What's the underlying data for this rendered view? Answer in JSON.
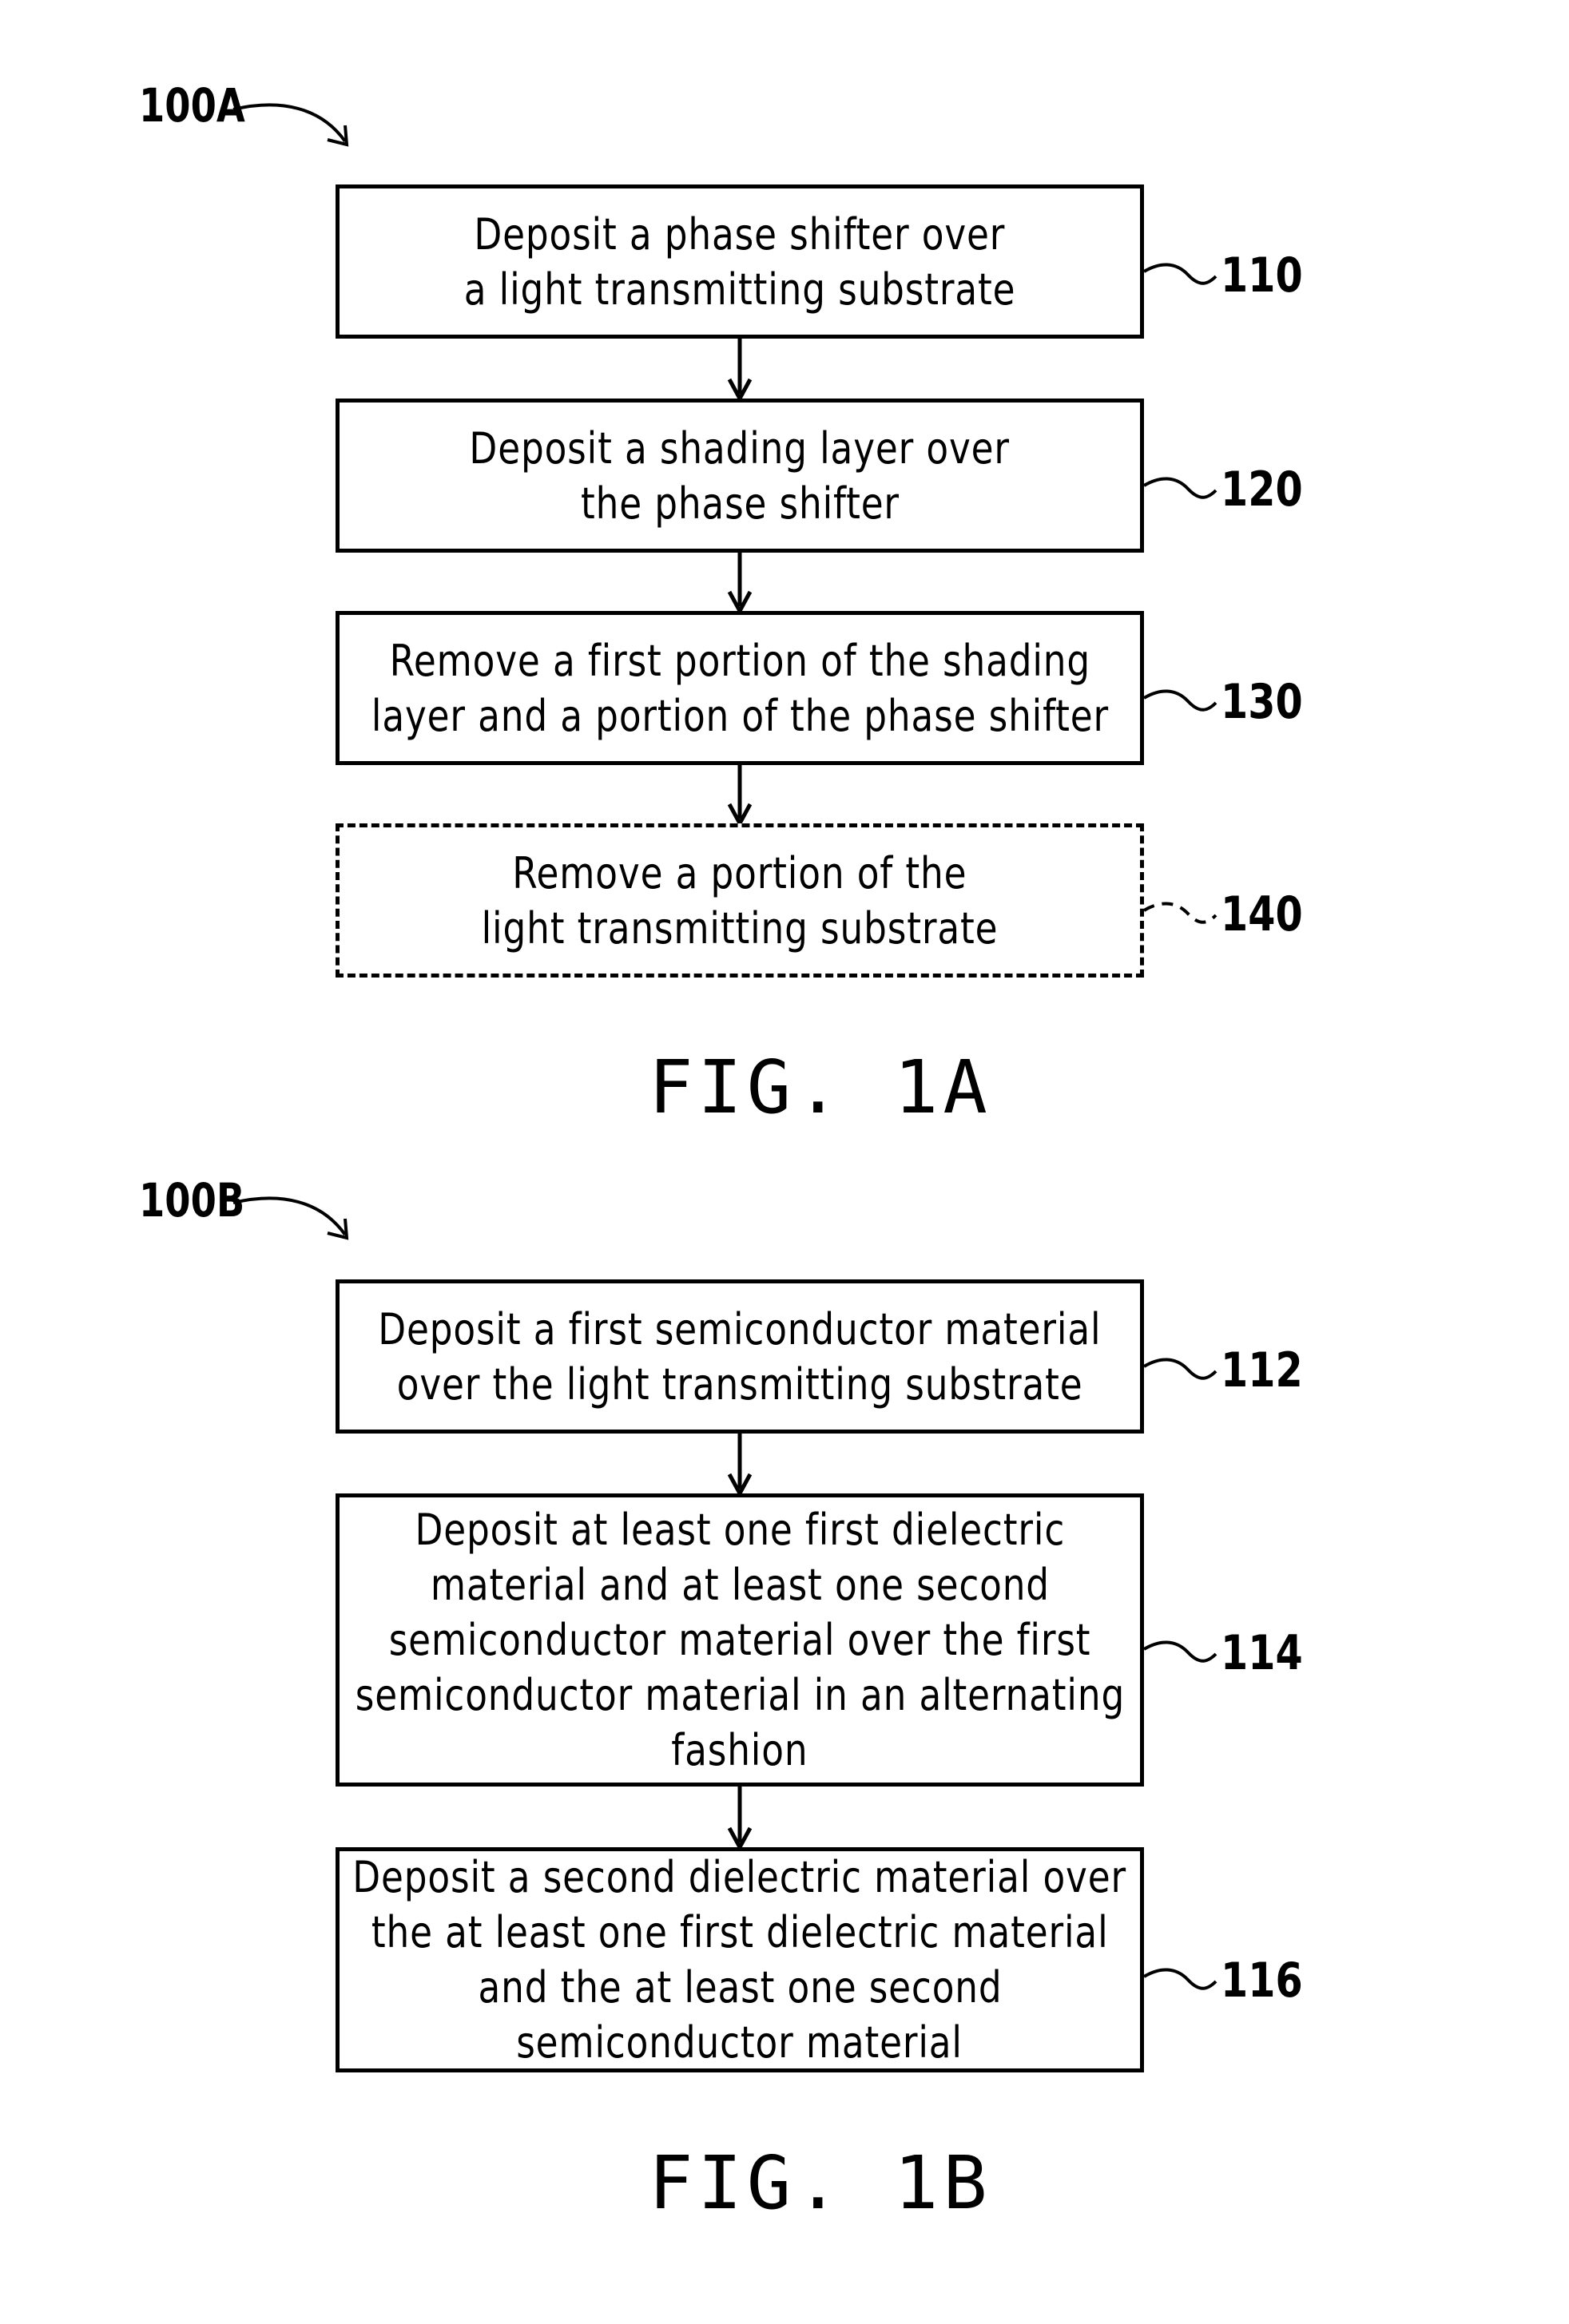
{
  "figure_a": {
    "id": "100A",
    "caption": "FIG. 1A",
    "steps": [
      {
        "ref": "110",
        "lines": [
          "Deposit a phase shifter over",
          "a light transmitting substrate"
        ],
        "optional": false
      },
      {
        "ref": "120",
        "lines": [
          "Deposit a shading layer over",
          "the phase shifter"
        ],
        "optional": false
      },
      {
        "ref": "130",
        "lines": [
          "Remove a first portion of the shading",
          "layer and a portion of the phase shifter"
        ],
        "optional": false
      },
      {
        "ref": "140",
        "lines": [
          "Remove a portion of the",
          "light transmitting substrate"
        ],
        "optional": true
      }
    ]
  },
  "figure_b": {
    "id": "100B",
    "caption": "FIG. 1B",
    "steps": [
      {
        "ref": "112",
        "lines": [
          "Deposit a first semiconductor material",
          "over the light transmitting substrate"
        ],
        "optional": false
      },
      {
        "ref": "114",
        "lines": [
          "Deposit at least one first dielectric",
          "material and at least one second",
          "semiconductor material over the first",
          "semiconductor material in an alternating",
          "fashion"
        ],
        "optional": false
      },
      {
        "ref": "116",
        "lines": [
          "Deposit a second dielectric material over",
          "the at least one first dielectric material",
          "and the at least one second",
          "semiconductor material"
        ],
        "optional": false
      }
    ]
  }
}
